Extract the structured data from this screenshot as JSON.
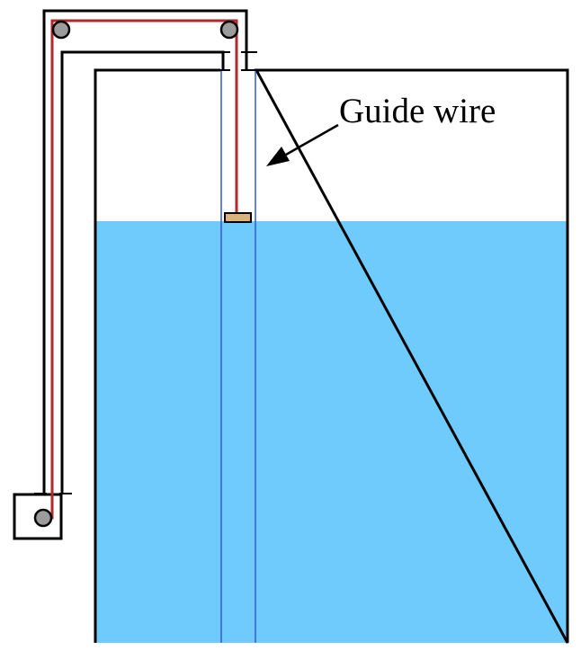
{
  "annotation": {
    "label": "Guide wire"
  },
  "colors": {
    "liquid": "#6ECBFC",
    "guide_wire": "#2E5ADC",
    "cable": "#B02A2A",
    "pulley": "#9C9C9C",
    "float": "#D8B47C",
    "outline": "#000000"
  },
  "icons": {
    "pulley": "pulley-wheel",
    "float": "float-block",
    "arrow": "arrowhead"
  }
}
